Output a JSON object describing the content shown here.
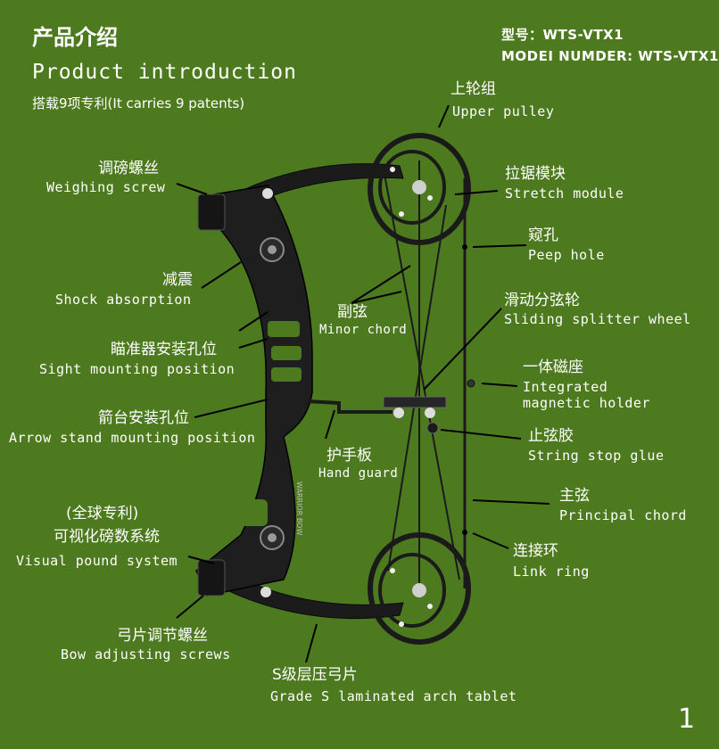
{
  "header": {
    "title_cn": "产品介绍",
    "title_en": "Product introduction",
    "patents": "搭载9项专利(It carries 9 patents)",
    "model_cn": "型号：WTS-VTX1",
    "model_en": "MODEI NUMDER: WTS-VTX1"
  },
  "bow": {
    "riser_text": "WARRIOR BOW"
  },
  "labels": {
    "upper_pulley": {
      "cn": "上轮组",
      "en": "Upper pulley"
    },
    "weighing_screw": {
      "cn": "调磅螺丝",
      "en": "Weighing screw"
    },
    "stretch_module": {
      "cn": "拉锯模块",
      "en": "Stretch module"
    },
    "peep_hole": {
      "cn": "窥孔",
      "en": "Peep hole"
    },
    "shock_absorption": {
      "cn": "减震",
      "en": "Shock absorption"
    },
    "minor_chord": {
      "cn": "副弦",
      "en": "Minor chord"
    },
    "sliding_splitter": {
      "cn": "滑动分弦轮",
      "en": "Sliding splitter wheel"
    },
    "sight_mounting": {
      "cn": "瞄准器安装孔位",
      "en": "Sight mounting position"
    },
    "magnetic_holder": {
      "cn": "一体磁座",
      "en1": "Integrated",
      "en2": "magnetic holder"
    },
    "arrow_stand": {
      "cn": "箭台安装孔位",
      "en": "Arrow stand mounting position"
    },
    "string_stop": {
      "cn": "止弦胶",
      "en": "String stop glue"
    },
    "hand_guard": {
      "cn": "护手板",
      "en": "Hand guard"
    },
    "principal_chord": {
      "cn": "主弦",
      "en": "Principal chord"
    },
    "visual_pound": {
      "cn1": "(全球专利)",
      "cn2": "可视化磅数系统",
      "en": "Visual pound system"
    },
    "link_ring": {
      "cn": "连接环",
      "en": "Link ring"
    },
    "bow_adjusting": {
      "cn": "弓片调节螺丝",
      "en": "Bow adjusting screws"
    },
    "laminated_tablet": {
      "cn": "S级层压弓片",
      "en": "Grade S laminated arch tablet"
    }
  },
  "page_number": "1"
}
